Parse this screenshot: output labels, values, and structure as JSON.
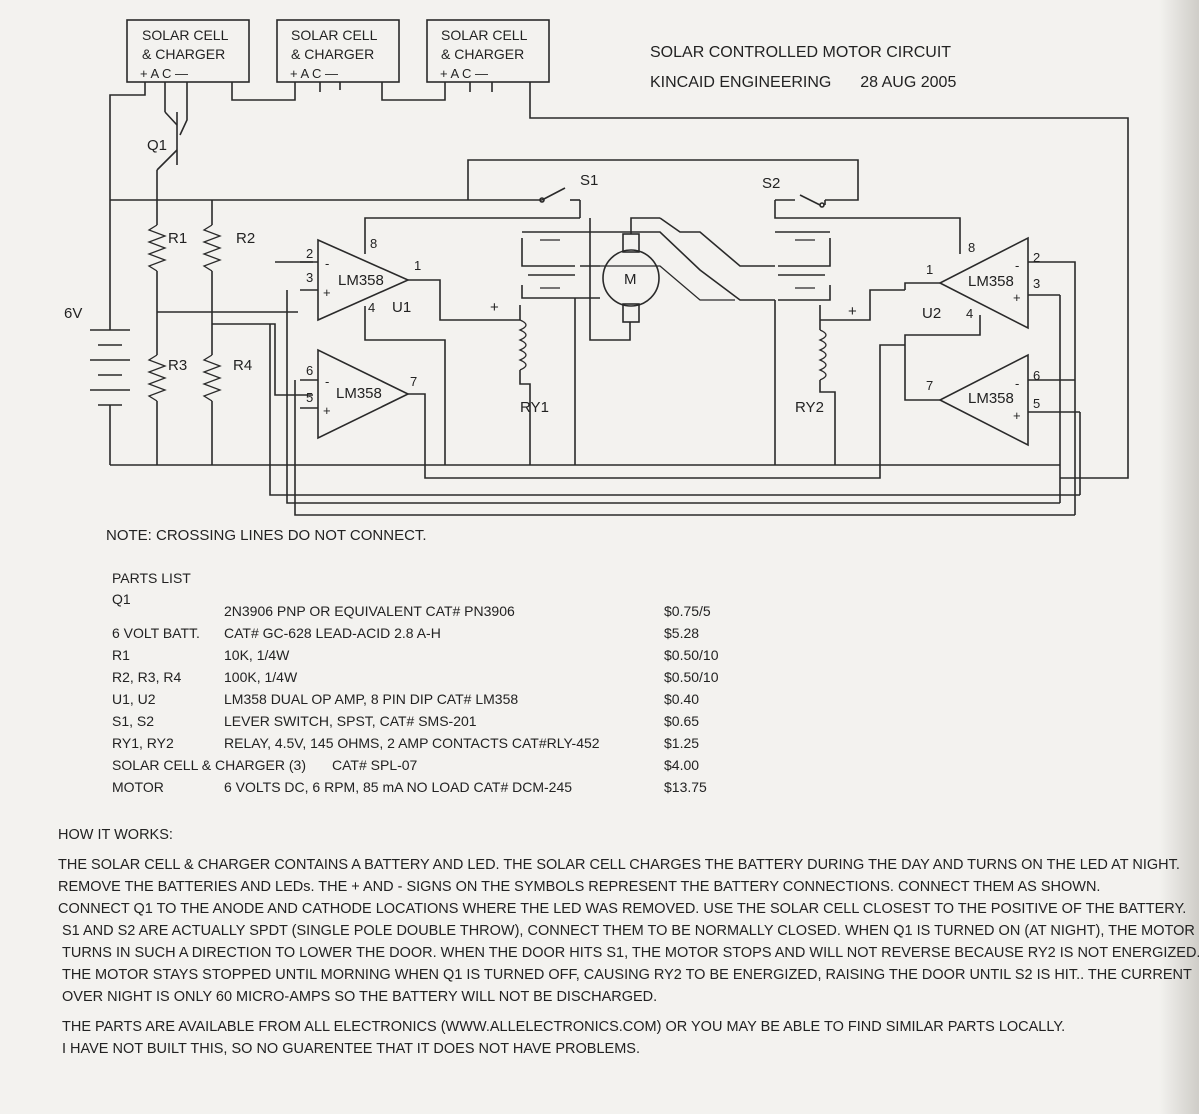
{
  "header": {
    "title": "SOLAR CONTROLLED MOTOR CIRCUIT",
    "company": "KINCAID ENGINEERING",
    "date": "28 AUG 2005"
  },
  "schematic": {
    "solar_boxes": [
      {
        "line1": "SOLAR CELL",
        "line2": "& CHARGER",
        "pins": "+  A  C  —"
      },
      {
        "line1": "SOLAR CELL",
        "line2": "& CHARGER",
        "pins": "+  A  C  —"
      },
      {
        "line1": "SOLAR CELL",
        "line2": "& CHARGER",
        "pins": "+  A  C  —"
      }
    ],
    "labels": {
      "q1": "Q1",
      "r1": "R1",
      "r2": "R2",
      "r3": "R3",
      "r4": "R4",
      "battery": "6V",
      "s1": "S1",
      "s2": "S2",
      "motor": "M",
      "ry1": "RY1",
      "ry2": "RY2",
      "u1": "U1",
      "u2": "U2",
      "plus": "+",
      "minus": "-"
    },
    "opamps": [
      {
        "part": "LM358",
        "pins": {
          "inv": "2",
          "non_inv": "3",
          "out": "1",
          "vcc": "8",
          "gnd": "4"
        }
      },
      {
        "part": "LM358",
        "pins": {
          "inv": "6",
          "non_inv": "5",
          "out": "7"
        }
      },
      {
        "part": "LM358",
        "pins": {
          "inv": "2",
          "non_inv": "3",
          "out": "1",
          "vcc": "8",
          "gnd": "4"
        }
      },
      {
        "part": "LM358",
        "pins": {
          "inv": "6",
          "non_inv": "5",
          "out": "7"
        }
      }
    ]
  },
  "note": "NOTE:  CROSSING LINES DO NOT CONNECT.",
  "parts_list": {
    "heading": "PARTS LIST",
    "items": [
      {
        "ref": "Q1",
        "desc": "2N3906 PNP OR EQUIVALENT       CAT# PN3906",
        "price": "$0.75/5"
      },
      {
        "ref": "6 VOLT BATT.",
        "desc": "CAT# GC-628      LEAD-ACID 2.8 A-H",
        "price": "$5.28"
      },
      {
        "ref": "R1",
        "desc": "10K, 1/4W",
        "price": "$0.50/10"
      },
      {
        "ref": "R2, R3, R4",
        "desc": "100K, 1/4W",
        "price": "$0.50/10"
      },
      {
        "ref": "U1, U2",
        "desc": "LM358 DUAL OP AMP, 8 PIN DIP          CAT# LM358",
        "price": "$0.40"
      },
      {
        "ref": "S1, S2",
        "desc": "LEVER SWITCH, SPST, CAT# SMS-201",
        "price": "$0.65"
      },
      {
        "ref": "RY1, RY2",
        "desc": "RELAY, 4.5V, 145 OHMS, 2 AMP CONTACTS  CAT#RLY-452",
        "price": "$1.25"
      },
      {
        "ref": "SOLAR CELL & CHARGER  (3)",
        "desc": "CAT# SPL-07",
        "price": "$4.00"
      },
      {
        "ref": "MOTOR",
        "desc": "6 VOLTS DC, 6 RPM, 85 mA NO LOAD        CAT# DCM-245",
        "price": "$13.75"
      }
    ]
  },
  "how_it_works": {
    "heading": "HOW IT WORKS:",
    "paragraph1": [
      "THE SOLAR CELL & CHARGER CONTAINS A BATTERY AND LED.  THE SOLAR CELL CHARGES THE BATTERY DURING THE DAY AND TURNS ON THE LED AT NIGHT.",
      "REMOVE THE BATTERIES AND LEDs.  THE + AND - SIGNS ON THE SYMBOLS REPRESENT THE BATTERY CONNECTIONS.  CONNECT THEM AS SHOWN.",
      "CONNECT Q1 TO THE ANODE AND CATHODE LOCATIONS WHERE THE LED WAS REMOVED.  USE THE SOLAR CELL CLOSEST TO THE POSITIVE OF THE BATTERY.",
      "S1 AND S2 ARE ACTUALLY SPDT (SINGLE POLE DOUBLE THROW), CONNECT THEM TO BE NORMALLY CLOSED.  WHEN Q1 IS TURNED ON (AT NIGHT), THE MOTOR",
      "TURNS IN SUCH A DIRECTION TO LOWER THE DOOR.  WHEN THE DOOR HITS S1, THE MOTOR STOPS AND WILL NOT REVERSE BECAUSE RY2 IS NOT ENERGIZED.",
      "THE MOTOR STAYS STOPPED UNTIL MORNING WHEN Q1 IS TURNED OFF, CAUSING RY2 TO BE ENERGIZED, RAISING THE DOOR UNTIL S2 IS HIT..  THE CURRENT",
      "OVER NIGHT IS ONLY 60 MICRO-AMPS SO THE BATTERY WILL NOT BE DISCHARGED."
    ],
    "paragraph2": [
      "THE PARTS ARE AVAILABLE FROM ALL ELECTRONICS (WWW.ALLELECTRONICS.COM) OR YOU MAY BE ABLE TO FIND SIMILAR PARTS LOCALLY.",
      "I HAVE NOT BUILT THIS, SO NO GUARENTEE THAT IT DOES NOT HAVE PROBLEMS."
    ]
  }
}
